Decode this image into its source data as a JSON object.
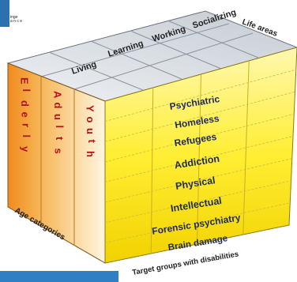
{
  "corner_text": [
    "inge",
    "a n c e"
  ],
  "top_axis": {
    "life_areas": [
      "Living",
      "Learning",
      "Working",
      "Socializing"
    ],
    "title": "Life areas"
  },
  "age_axis": {
    "categories": [
      "Elderly",
      "Adults",
      "Youth"
    ],
    "title": "Age categories"
  },
  "target_axis": {
    "groups": [
      "Psychiatric",
      "Homeless",
      "Refugees",
      "Addiction",
      "Physical",
      "Intellectual",
      "Forensic psychiatry",
      "Brain damage"
    ],
    "title": "Target groups with disabilities"
  }
}
